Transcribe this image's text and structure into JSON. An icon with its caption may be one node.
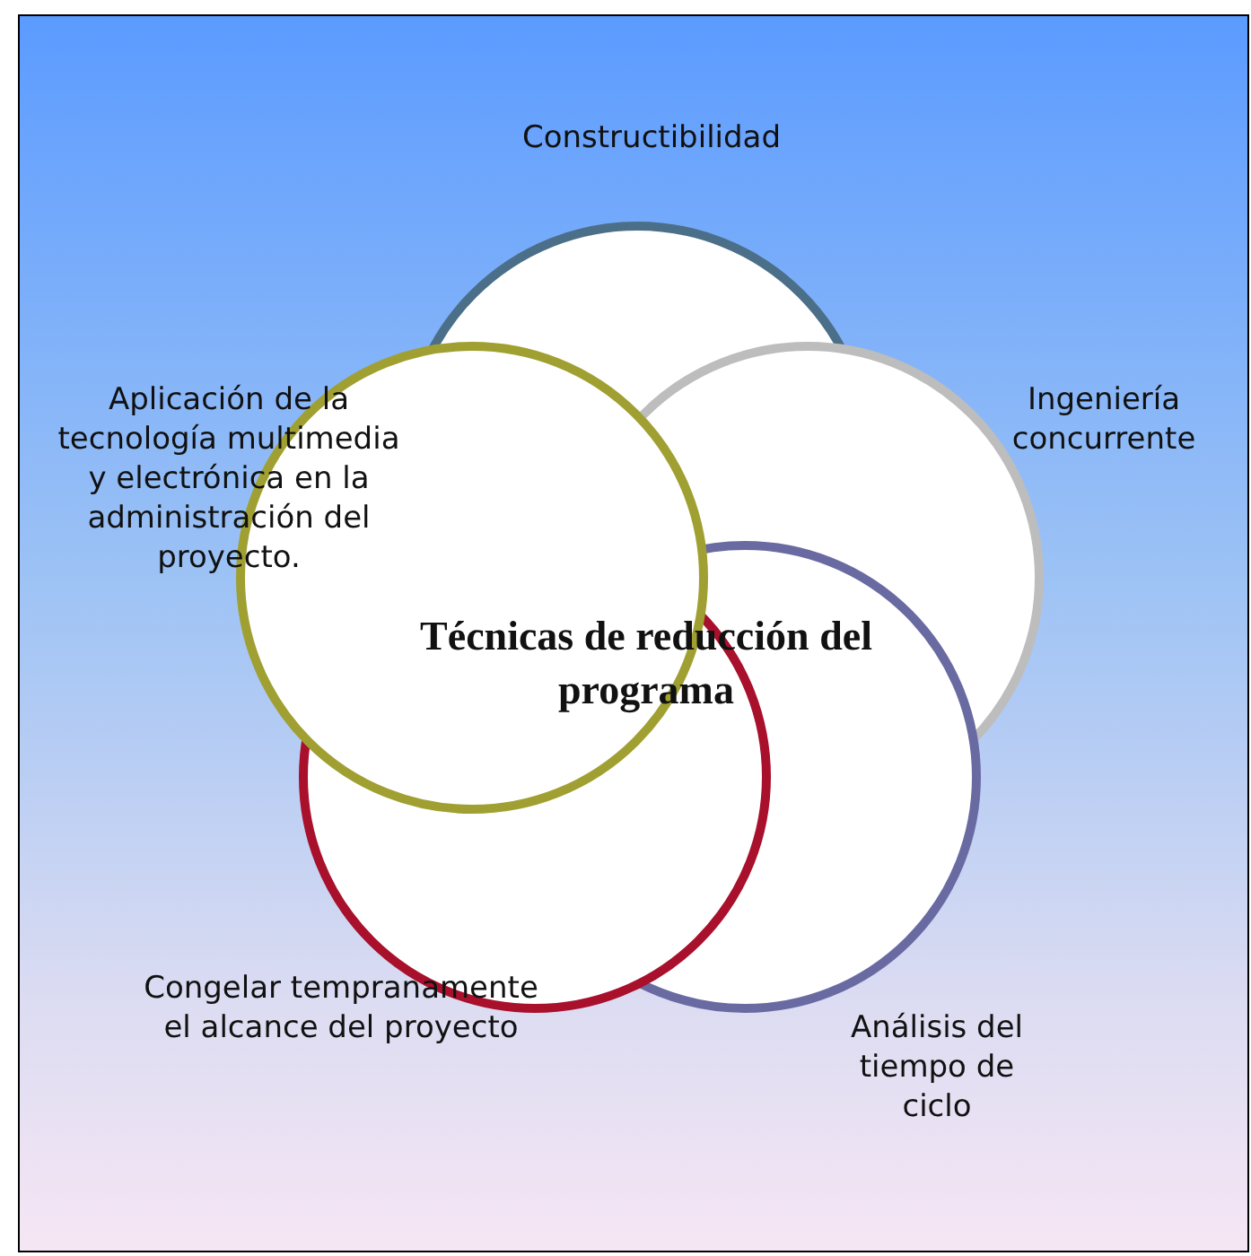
{
  "diagram": {
    "nodes": [
      {
        "text": [
          "Constructibilidad"
        ]
      },
      {
        "text": [
          "Ingeniería concurrente"
        ]
      },
      {
        "text": [
          "Análisis del tiempo de ciclo"
        ]
      },
      {
        "text": [
          "Congelar tempranamente el alcance del proyecto"
        ]
      },
      {
        "text": [
          "Aplicación de la tecnología multimedia y electrónica en la administración del proyecto."
        ]
      }
    ],
    "edges": [],
    "labels": [
      "Técnicas de reducción del programa"
    ]
  }
}
